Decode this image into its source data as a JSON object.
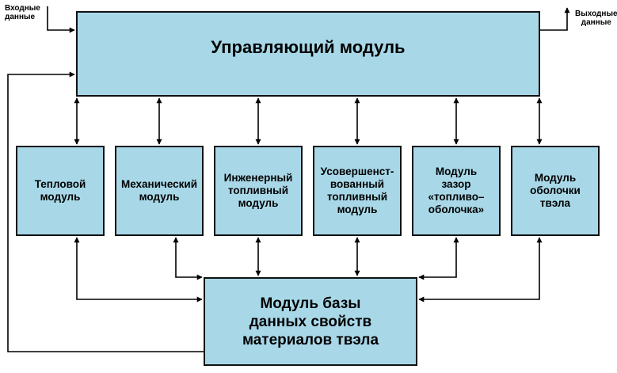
{
  "io": {
    "input_label": "Входные\nданные",
    "output_label": "Выходные\nданные"
  },
  "control_module": {
    "label": "Управляющий модуль"
  },
  "modules": [
    {
      "label": "Тепловой\nмодуль"
    },
    {
      "label": "Механический\nмодуль"
    },
    {
      "label": "Инженерный\nтопливный\nмодуль"
    },
    {
      "label": "Усовершенст-\nвованный\nтопливный\nмодуль"
    },
    {
      "label": "Модуль\nзазор\n«топливо–\nоболочка»"
    },
    {
      "label": "Модуль\nоболочки\nтвэла"
    }
  ],
  "database_module": {
    "label": "Модуль базы\nданных свойств\nматериалов твэла"
  },
  "colors": {
    "box_fill": "#a8d8e8",
    "border": "#111111",
    "line": "#000000"
  }
}
